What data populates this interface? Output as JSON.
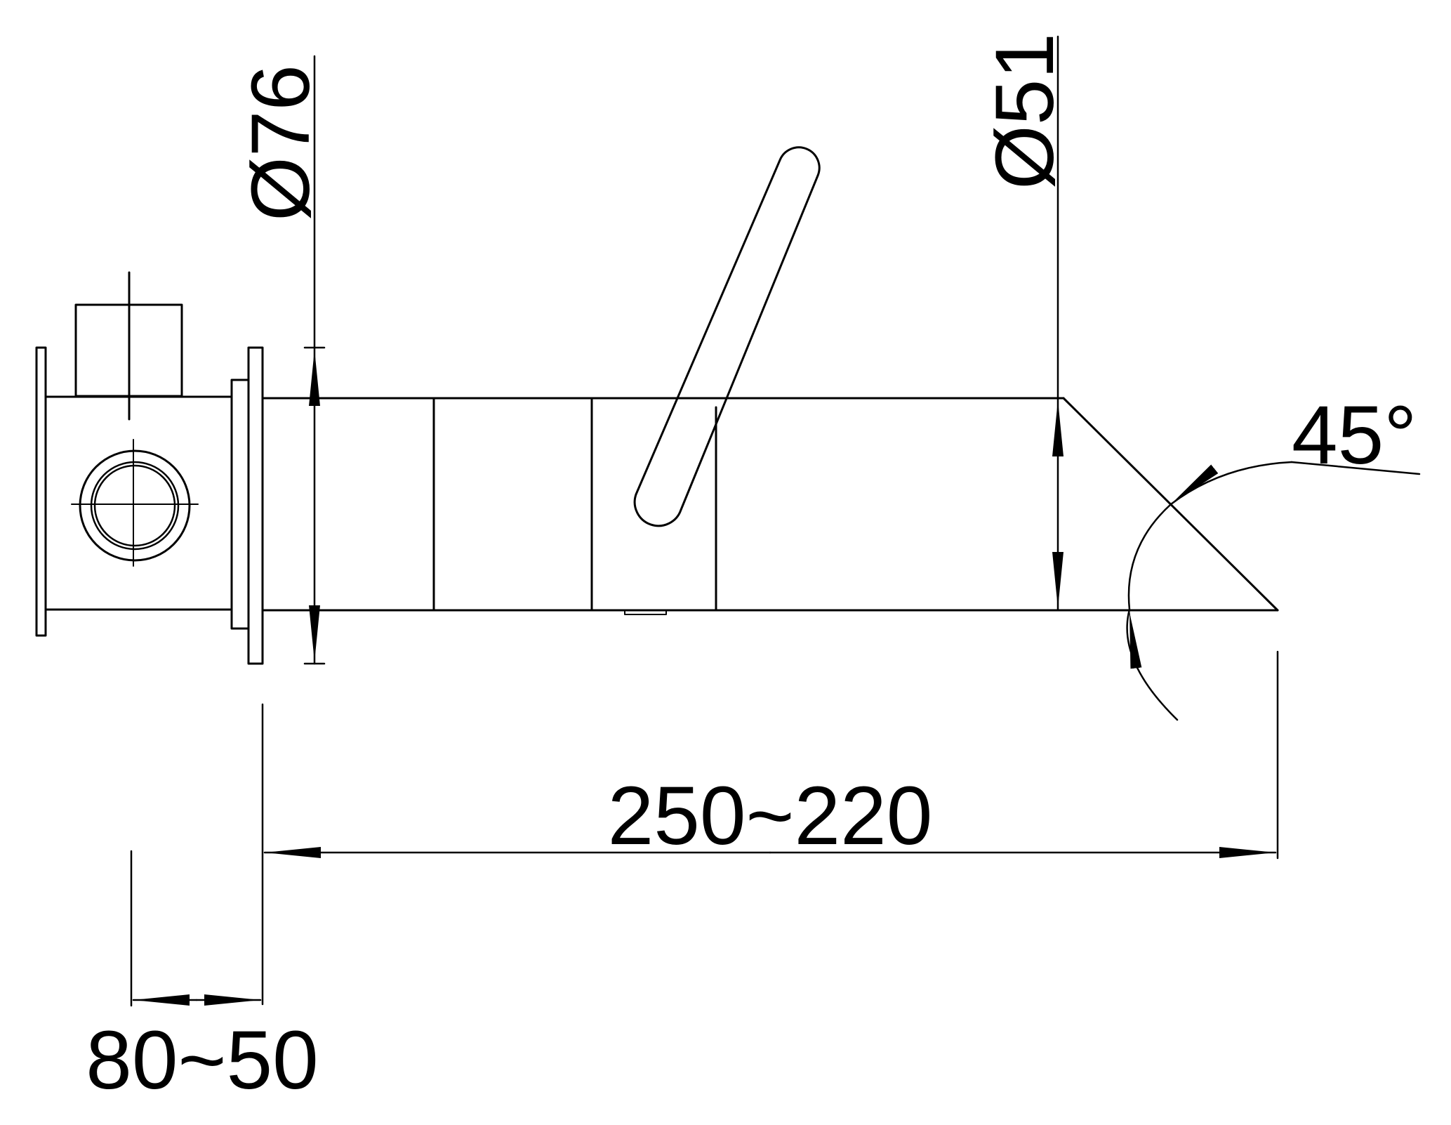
{
  "drawing": {
    "dimensions": {
      "outer_diameter": "Ø76",
      "spout_diameter": "Ø51",
      "spout_angle": "45°",
      "spout_length": "250~220",
      "wall_depth": "80~50"
    }
  }
}
